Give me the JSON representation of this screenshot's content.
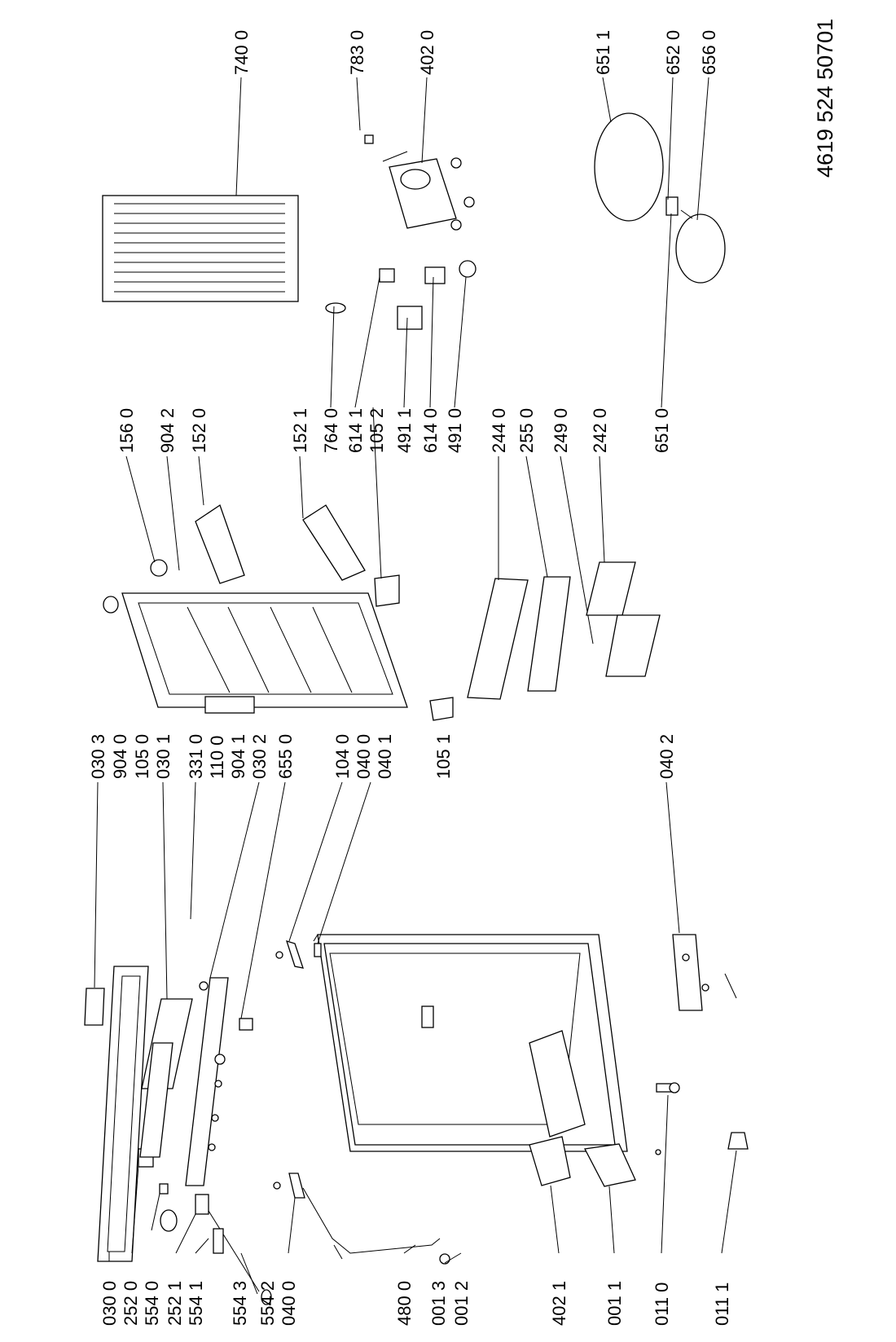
{
  "document_code": "4619 524 50701",
  "labels": {
    "p0300": "030 0",
    "p2520": "252 0",
    "p5540": "554 0",
    "p2521": "252 1",
    "p5541": "554 1",
    "p5543": "554 3",
    "p5542": "554 2",
    "p0400": "040 0",
    "p4800": "480 0",
    "p0013": "001 3",
    "p0012": "001 2",
    "p4021": "402 1",
    "p0011": "001 1",
    "p0110": "011 0",
    "p0111": "011 1",
    "p0303": "030 3",
    "p9040": "904 0",
    "p1050": "105 0",
    "p0301": "030 1",
    "p3310": "331 0",
    "p1100": "110 0",
    "p9041": "904 1",
    "p0302": "030 2",
    "p6550": "655 0",
    "p1040": "104 0",
    "p0400b": "040 0",
    "p0401": "040 1",
    "p1051": "105 1",
    "p0402": "040 2",
    "p1560": "156 0",
    "p9042": "904 2",
    "p1520": "152 0",
    "p1521": "152 1",
    "p7640": "764 0",
    "p6141": "614 1",
    "p1052": "105 2",
    "p4911": "491 1",
    "p6140": "614 0",
    "p4910": "491 0",
    "p2440": "244 0",
    "p2550": "255 0",
    "p2490": "249 0",
    "p2420": "242 0",
    "p7400": "740 0",
    "p7830": "783 0",
    "p4020": "402 0",
    "p6511": "651 1",
    "p6520": "652 0",
    "p6560": "656 0",
    "p6510": "651 0"
  }
}
